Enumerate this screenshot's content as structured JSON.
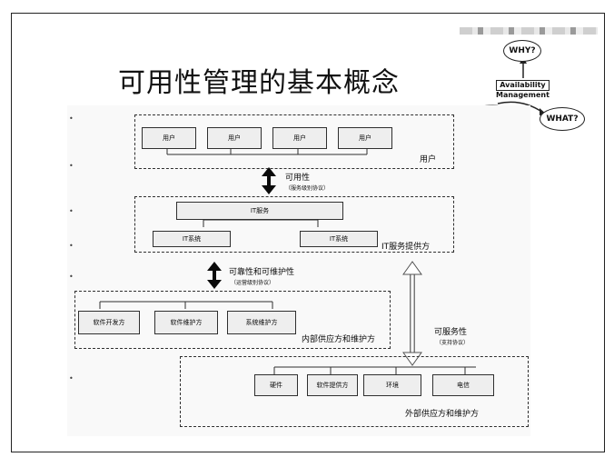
{
  "slide": {
    "title": "可用性管理的基本概念"
  },
  "badge": {
    "why": "WHY?",
    "what": "WHAT?",
    "availability": "Availability",
    "management": "Management"
  },
  "diagram": {
    "user_boxes": [
      "用户",
      "用户",
      "用户",
      "用户"
    ],
    "user_group_label": "用户",
    "availability_label": "可用性",
    "availability_sub": "（服务级别协议）",
    "it_service_box": "IT服务",
    "it_system_boxes": [
      "IT系统",
      "IT系统"
    ],
    "it_provider_label": "IT服务提供方",
    "reliability_label": "可靠性和可维护性",
    "reliability_sub": "（运营级别协议）",
    "internal_boxes": [
      "软件开发方",
      "软件维护方",
      "系统维护方"
    ],
    "internal_label": "内部供应方和维护方",
    "serviceability_label": "可服务性",
    "serviceability_sub": "（支持协议）",
    "external_boxes": [
      "硬件",
      "软件提供方",
      "环境",
      "电信"
    ],
    "external_label": "外部供应方和维护方"
  },
  "colors": {
    "line": "#333333",
    "background": "#ffffff"
  }
}
